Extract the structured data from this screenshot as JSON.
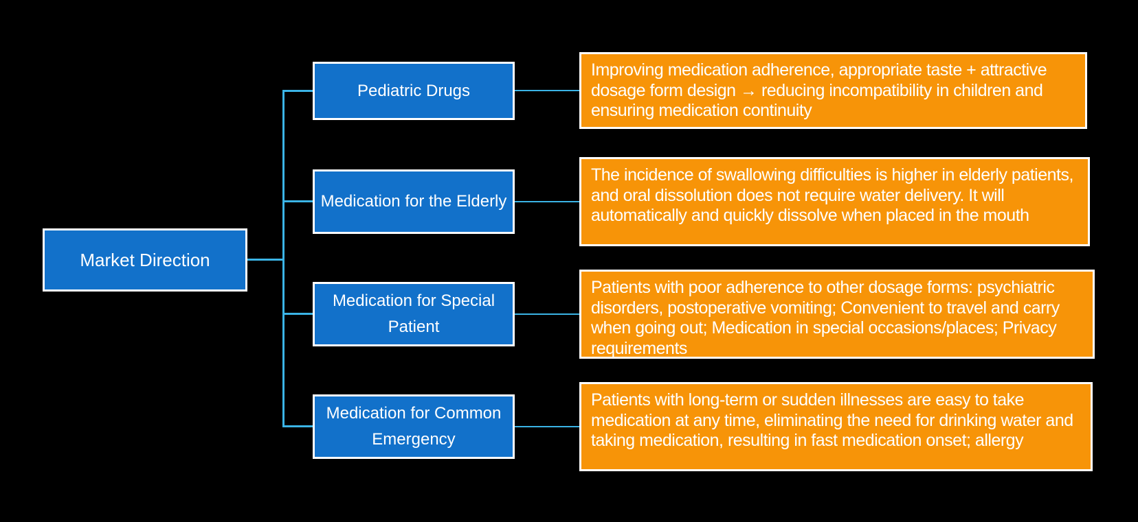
{
  "diagram": {
    "title": "Market Direction mind map",
    "root": {
      "label": "Market Direction"
    },
    "branches": [
      {
        "label": "Pediatric Drugs",
        "description": "Improving medication adherence, appropriate taste + attractive dosage form design → reducing incompatibility in children and ensuring medication continuity"
      },
      {
        "label": "Medication for the Elderly",
        "description": "The incidence of swallowing difficulties is higher in elderly patients, and oral dissolution does not require water delivery. It will automatically and quickly dissolve when placed in the mouth"
      },
      {
        "label": "Medication for Special Patient",
        "description": "Patients with poor adherence to other dosage forms: psychiatric disorders, postoperative vomiting; Convenient to travel and carry when going out; Medication in special occasions/places; Privacy requirements"
      },
      {
        "label": "Medication for Common Emergency",
        "description": "Patients with long-term or sudden illnesses are easy to take medication at any time, eliminating the need for drinking water and taking medication, resulting in fast medication onset; allergy"
      }
    ],
    "colors": {
      "background": "#000000",
      "node_fill": "#1271CA",
      "description_fill": "#F79408",
      "connector": "#3BB4E6",
      "border": "#FFFFFF",
      "text": "#FFFFFF"
    }
  }
}
